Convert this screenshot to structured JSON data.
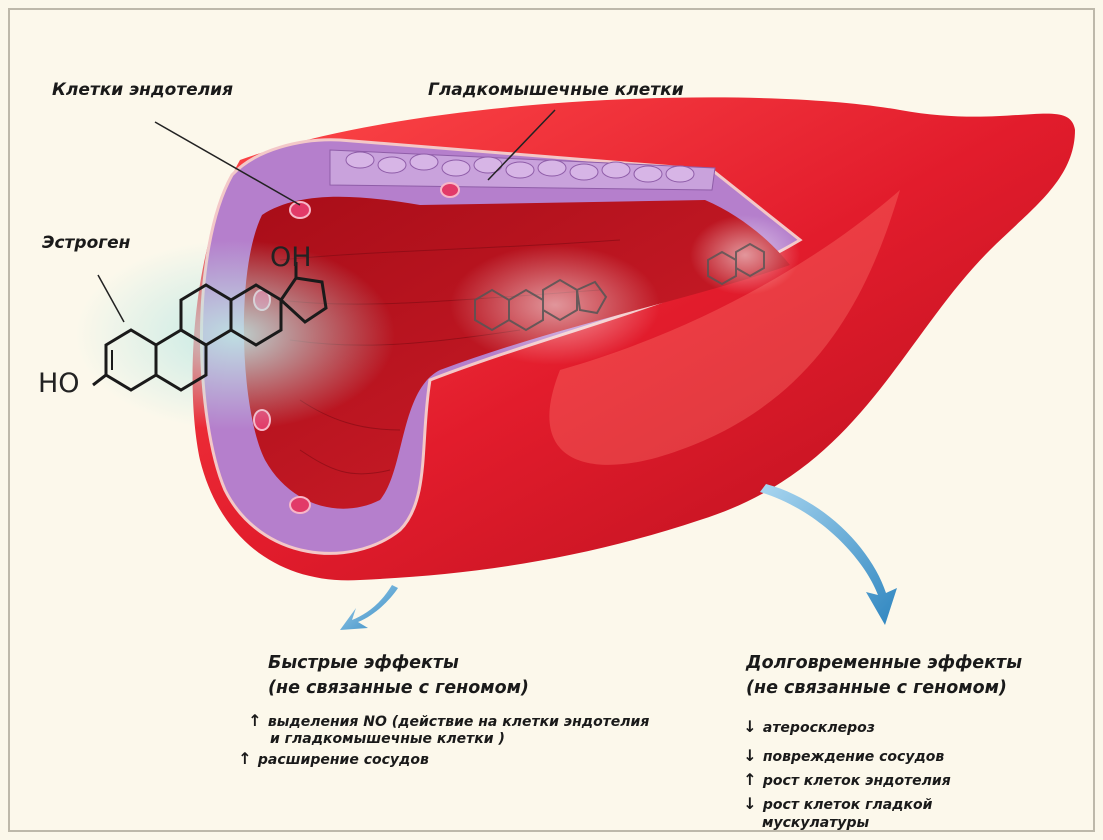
{
  "labels": {
    "endothelial_cells": "Клетки эндотелия",
    "smooth_muscle_cells": "Гладкомышечные клетки",
    "estrogen": "Эстроген"
  },
  "molecule": {
    "oh_group": "OH",
    "ho_group": "HO"
  },
  "rapid_effects": {
    "title_line1": "Быстрые эффекты",
    "title_line2": "(не связанные с геномом)",
    "items": [
      {
        "arrow": "↑",
        "text": "выделения NO (действие на клетки эндотелия",
        "continuation": "и гладкомышечные клетки )"
      },
      {
        "arrow": "↑",
        "text": "расширение сосудов"
      }
    ]
  },
  "long_term_effects": {
    "title_line1": "Долговременные эффекты",
    "title_line2": "(не связанные с геномом)",
    "items": [
      {
        "arrow": "↓",
        "text": "атеросклероз"
      },
      {
        "arrow": "↓",
        "text": "повреждение сосудов"
      },
      {
        "arrow": "↑",
        "text": "рост клеток эндотелия"
      },
      {
        "arrow": "↓",
        "text": "рост клеток гладкой",
        "continuation": "мускулатуры"
      }
    ]
  },
  "colors": {
    "vessel_red": "#e21c2c",
    "vessel_dark": "#9e0e18",
    "wall_purple": "#b07ac8",
    "arrow_blue": "#3b8fc4",
    "background": "#fcf8eb"
  }
}
